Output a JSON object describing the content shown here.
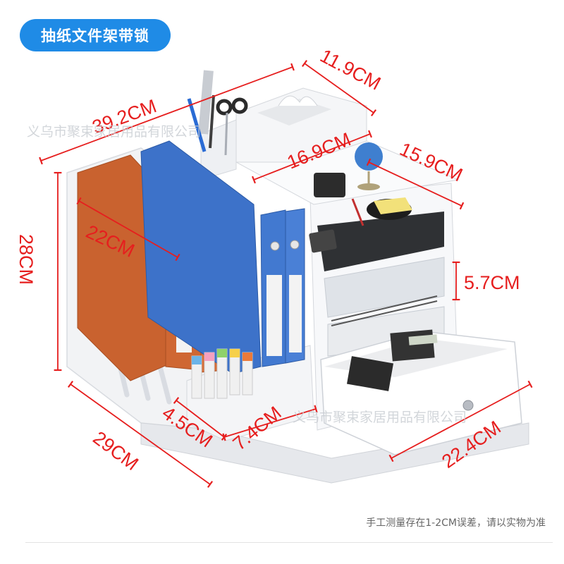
{
  "header": {
    "title": "抽纸文件架带锁"
  },
  "dimensions": {
    "top_width": "39.2CM",
    "tissue_depth": "11.9CM",
    "tissue_width": "16.9CM",
    "shelf_depth": "15.9CM",
    "height": "28CM",
    "file_slot_depth": "22CM",
    "shelf_gap": "5.7CM",
    "base_depth": "29CM",
    "pen_slot_width": "4.5CM",
    "pen_slot_length": "7.4CM",
    "drawer_width": "22.4CM"
  },
  "watermark": {
    "text": "义乌市聚束家居用品有限公司"
  },
  "footer": {
    "note": "手工测量存在1-2CM误差，请以实物为准"
  },
  "colors": {
    "accent": "#1f8be6",
    "dimension": "#e61e1e",
    "binder_blue": "#3d72c9",
    "binder_orange": "#c9622f"
  }
}
